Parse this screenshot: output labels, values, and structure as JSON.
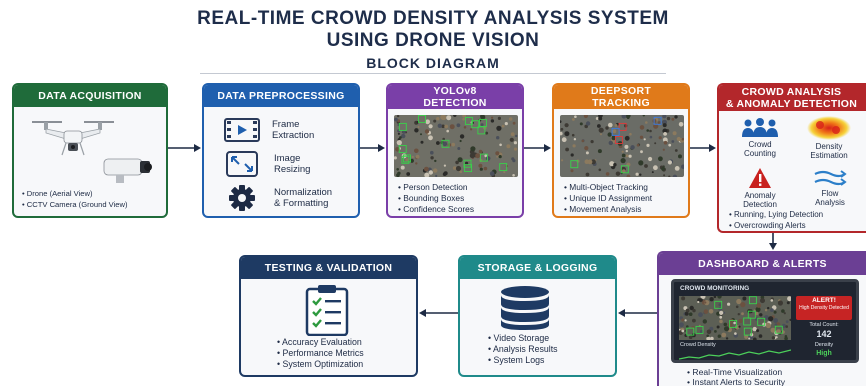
{
  "title": {
    "line1": "REAL-TIME CROWD DENSITY ANALYSIS SYSTEM",
    "line2": "USING DRONE VISION",
    "subtitle": "BLOCK DIAGRAM"
  },
  "blocks": {
    "acquisition": {
      "title": "DATA ACQUISITION",
      "color": "#1f6b3a",
      "bullets": [
        "Drone (Aerial View)",
        "CCTV Camera (Ground View)"
      ]
    },
    "preprocessing": {
      "title": "DATA PREPROCESSING",
      "color": "#1f5fae",
      "features": [
        {
          "line1": "Frame",
          "line2": "Extraction",
          "icon": "film-icon"
        },
        {
          "line1": "Image",
          "line2": "Resizing",
          "icon": "resize-icon"
        },
        {
          "line1": "Normalization",
          "line2": "& Formatting",
          "icon": "gear-icon"
        }
      ]
    },
    "detection": {
      "title_line1": "YOLOv8",
      "title_line2": "DETECTION",
      "color": "#7a3fa8",
      "bullets": [
        "Person Detection",
        "Bounding Boxes",
        "Confidence Scores"
      ]
    },
    "tracking": {
      "title_line1": "DEEPSORT",
      "title_line2": "TRACKING",
      "color": "#e07a1a",
      "bullets": [
        "Multi-Object Tracking",
        "Unique ID Assignment",
        "Movement Analysis"
      ]
    },
    "analysis": {
      "title_line1": "CROWD ANALYSIS",
      "title_line2": "& ANOMALY DETECTION",
      "color": "#b3272b",
      "cells": [
        {
          "line1": "Crowd",
          "line2": "Counting",
          "icon": "people-icon"
        },
        {
          "line1": "Density",
          "line2": "Estimation",
          "icon": "heatmap-icon"
        },
        {
          "line1": "Anomaly",
          "line2": "Detection",
          "icon": "warning-icon"
        },
        {
          "line1": "Flow",
          "line2": "Analysis",
          "icon": "flow-icon"
        }
      ],
      "bullets": [
        "Running, Lying Detection",
        "Overcrowding Alerts"
      ]
    },
    "dashboard": {
      "title": "DASHBOARD & ALERTS",
      "color": "#6b3f94",
      "monitor_title": "CROWD MONITORING",
      "alert_title": "ALERT!",
      "alert_text": "High Density Detected",
      "count_label": "Total Count:",
      "count_value": "142",
      "density_label": "Density",
      "density_value": "High",
      "graph_label": "Crowd Density",
      "bullets": [
        "Real-Time Visualization",
        "Instant Alerts to Security"
      ]
    },
    "storage": {
      "title": "STORAGE & LOGGING",
      "color": "#1f8a8a",
      "bullets": [
        "Video Storage",
        "Analysis Results",
        "System Logs"
      ]
    },
    "testing": {
      "title": "TESTING & VALIDATION",
      "color": "#1e3a63",
      "bullets": [
        "Accuracy Evaluation",
        "Performance Metrics",
        "System Optimization"
      ]
    }
  }
}
